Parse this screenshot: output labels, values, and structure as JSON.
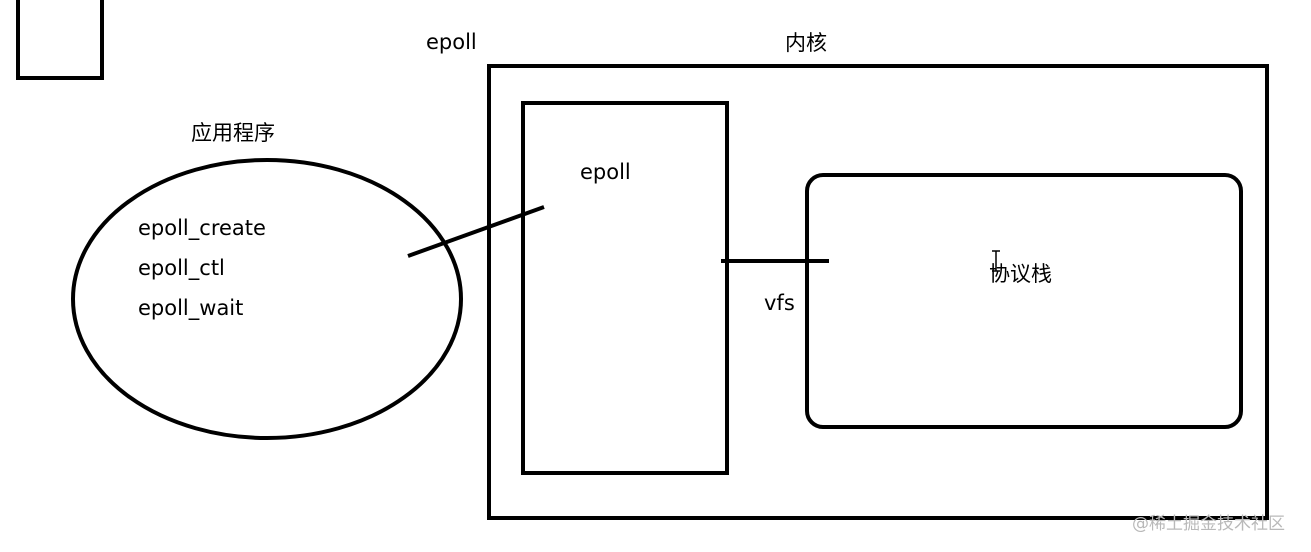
{
  "labels": {
    "top_epoll": "epoll",
    "kernel": "内核",
    "app": "应用程序",
    "app_calls": [
      "epoll_create",
      "epoll_ctl",
      "epoll_wait"
    ],
    "inner_epoll": "epoll",
    "vfs": "vfs",
    "protocol_stack": "协议栈"
  },
  "watermark": "@稀土掘金技术社区",
  "colors": {
    "stroke": "#000000",
    "background": "#ffffff",
    "watermark": "#b9b9b9"
  },
  "icons": {
    "cursor": "text-cursor-icon"
  }
}
